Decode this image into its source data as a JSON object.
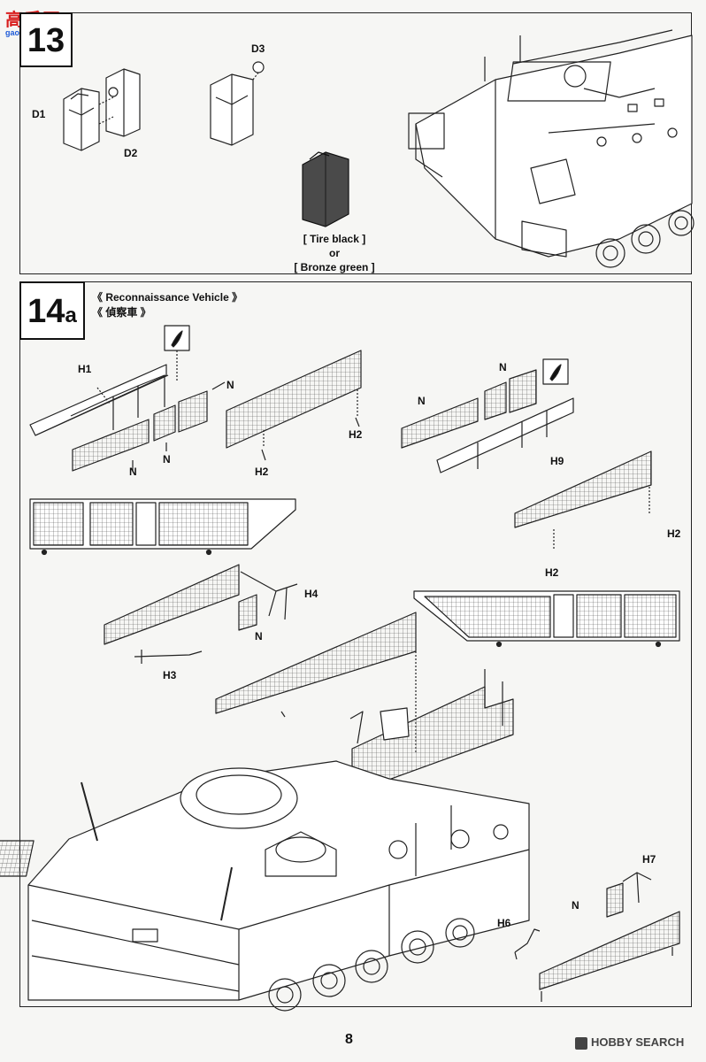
{
  "watermark": {
    "line1": "高手网",
    "line2": "gao.shou.com"
  },
  "step13": {
    "number": "13",
    "parts": {
      "d1": "D1",
      "d2": "D2",
      "d3": "D3"
    },
    "paint": {
      "line1": "[ Tire black ]",
      "line2": "or",
      "line3": "[ Bronze green ]"
    }
  },
  "step14a": {
    "number": "14",
    "suffix": "a",
    "heading_en": "《  Reconnaissance  Vehicle  》",
    "heading_jp": "《  偵察車  》",
    "parts": {
      "h1": "H1",
      "n_a": "N",
      "n_b": "N",
      "n_c": "N",
      "h2_a": "H2",
      "h2_b": "H2",
      "n_d": "N",
      "n_e": "N",
      "h9": "H9",
      "h2_c": "H2",
      "h2_d": "H2",
      "h4": "H4",
      "n_f": "N",
      "h3": "H3",
      "h7": "H7",
      "n_g": "N",
      "h6": "H6"
    }
  },
  "footer": {
    "page_number": "8",
    "brand": "HOBBY SEARCH"
  },
  "colors": {
    "ink": "#111111",
    "jerrycan": "#4a4a4a",
    "paper": "#f6f6f4",
    "watermark_red": "#d81e1e",
    "watermark_blue": "#1e5bd8"
  }
}
